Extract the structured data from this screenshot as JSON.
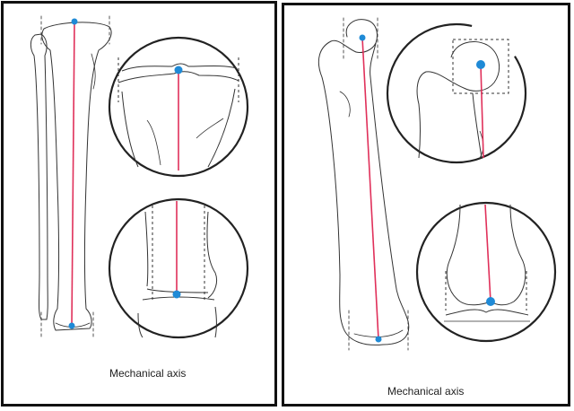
{
  "figure": {
    "left_panel": {
      "caption": "Mechanical axis",
      "bone": "tibia",
      "insets": [
        "proximal-tibia-inset",
        "distal-tibia-inset"
      ]
    },
    "right_panel": {
      "caption": "Mechanical axis",
      "bone": "femur",
      "insets": [
        "femoral-head-inset",
        "distal-femur-inset"
      ]
    },
    "colors": {
      "axis_line": "#e0305a",
      "axis_point": "#1f8ad6",
      "outline": "#333333",
      "panel_border": "#111111"
    }
  }
}
